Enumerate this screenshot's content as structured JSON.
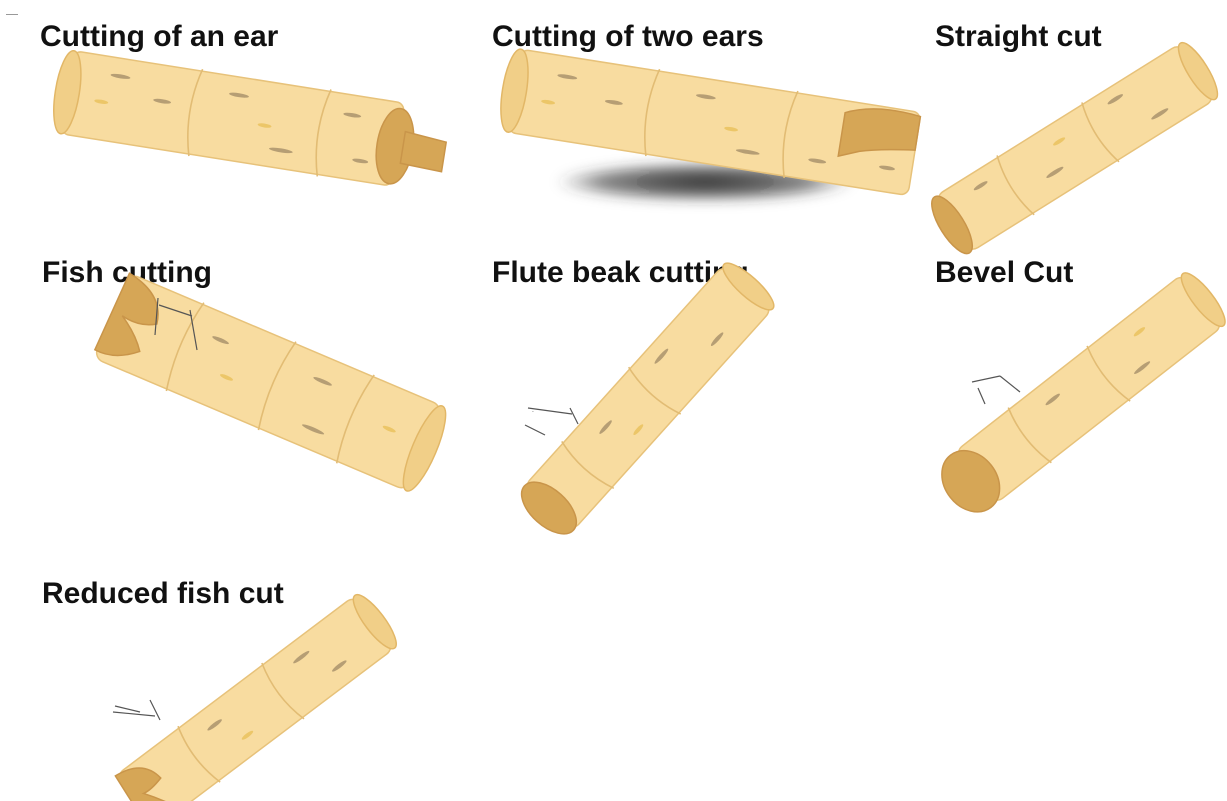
{
  "labels": {
    "ear": "Cutting of an ear",
    "two_ears": "Cutting of two ears",
    "straight": "Straight cut",
    "fish": "Fish cutting",
    "flute": "Flute beak cutting",
    "bevel": "Bevel Cut",
    "reduced_fish": "Reduced fish cut"
  },
  "colors": {
    "cane": "#f8dca0",
    "cut_face": "#d6a656",
    "label_text": "#111111"
  }
}
